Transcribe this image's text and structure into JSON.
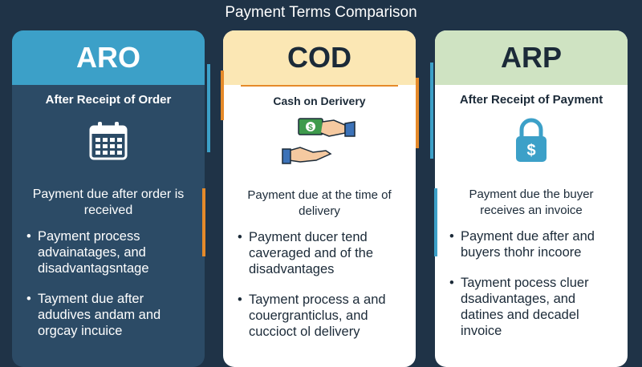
{
  "title": "Payment Terms Comparison",
  "colors": {
    "background": "#1f3347",
    "aro_header": "#3ca0c8",
    "aro_body": "#2c4b66",
    "cod_header": "#fbe7b4",
    "arp_header": "#cfe3c2",
    "accent_orange": "#e58a2a",
    "accent_blue": "#3ca0c8"
  },
  "cards": [
    {
      "abbr": "ARO",
      "subtitle": "After Receipt of Order",
      "icon": "calendar-icon",
      "description": "Payment due after order is received",
      "bullets": [
        "Payment process advainatages, and disadvantagsntage",
        "Tayment due after adudives andam and orgcay incuice"
      ]
    },
    {
      "abbr": "COD",
      "subtitle": "Cash on Derivery",
      "icon": "cash-handoff-icon",
      "description": "Payment due at the time of delivery",
      "bullets": [
        "Payment ducer tend caveraged and of the disadvantages",
        "Tayment process a and couergranticlus, and cuccioct ol delivery"
      ]
    },
    {
      "abbr": "ARP",
      "subtitle": "After Receipt of Payment",
      "icon": "dollar-lock-icon",
      "description": "Payment due the buyer receives an invoice",
      "bullets": [
        "Payment due after and buyers thohr incoore",
        "Tayment pocess cluer dsadivantages, and datines and decadel invoice"
      ]
    }
  ]
}
